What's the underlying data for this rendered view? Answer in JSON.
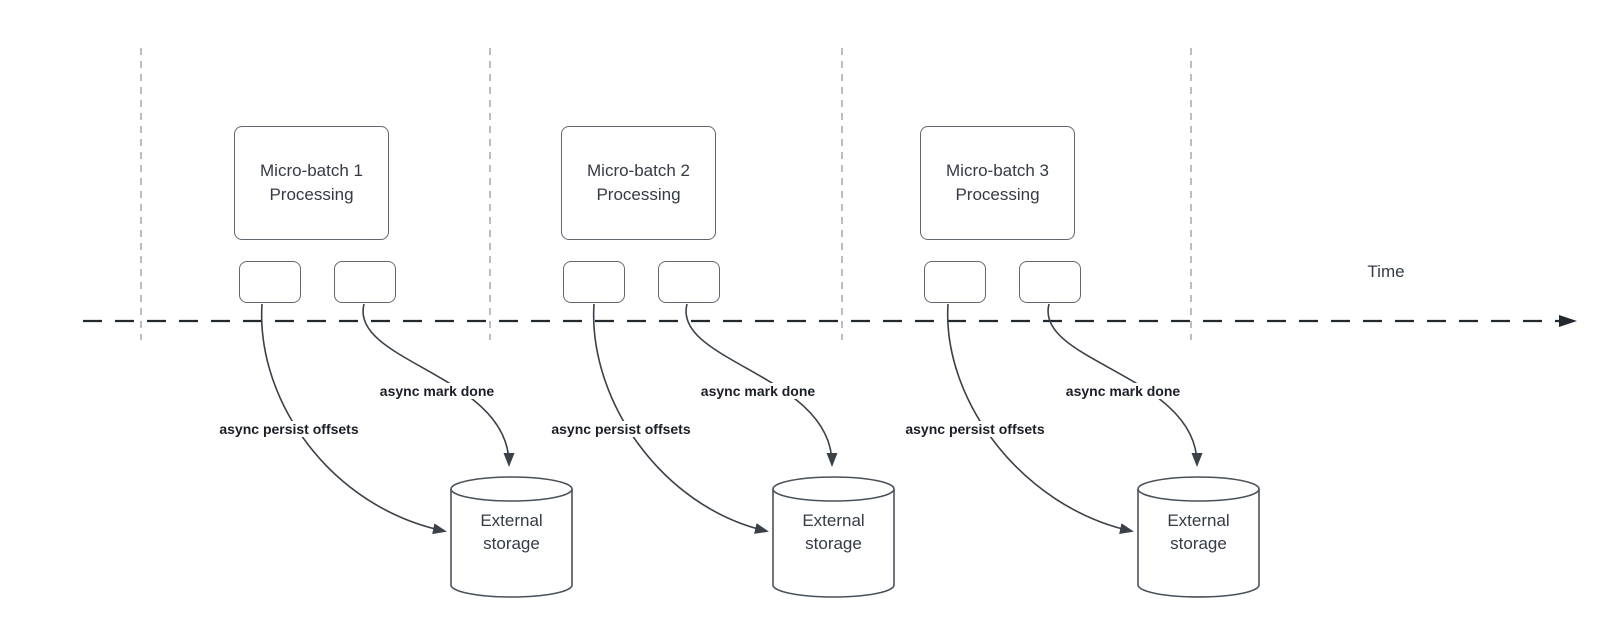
{
  "timeline": {
    "label": "Time"
  },
  "groups": [
    {
      "box_line1": "Micro-batch 1",
      "box_line2": "Processing",
      "persist_label": "async persist offsets",
      "mark_done_label": "async mark done",
      "storage_line1": "External",
      "storage_line2": "storage"
    },
    {
      "box_line1": "Micro-batch 2",
      "box_line2": "Processing",
      "persist_label": "async persist offsets",
      "mark_done_label": "async mark done",
      "storage_line1": "External",
      "storage_line2": "storage"
    },
    {
      "box_line1": "Micro-batch 3",
      "box_line2": "Processing",
      "persist_label": "async persist offsets",
      "mark_done_label": "async mark done",
      "storage_line1": "External",
      "storage_line2": "storage"
    }
  ],
  "colors": {
    "axis": "#23272e",
    "gridline": "#a9aeb5",
    "shape-stroke": "#62686f",
    "cyl-stroke": "#4a515a",
    "curve": "#3a4149",
    "text": "#343b46",
    "label-text": "#1a1e26"
  }
}
